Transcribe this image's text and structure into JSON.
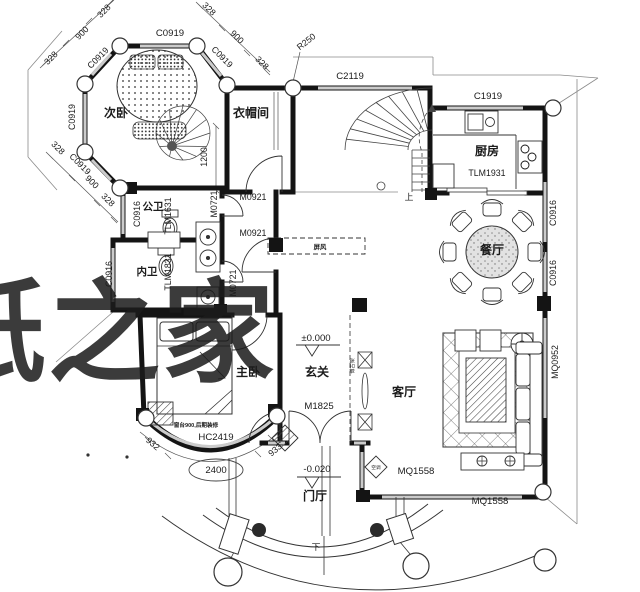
{
  "watermark": {
    "text": "图纸之家",
    "color": "#d93a30"
  },
  "rooms": {
    "secondary_bedroom": "次卧",
    "cloakroom": "衣帽间",
    "kitchen": "厨房",
    "dining_room": "餐厅",
    "public_bathroom": "公卫",
    "private_bathroom": "内卫",
    "master_bedroom": "主卧",
    "foyer": "玄关",
    "living_room": "客厅",
    "entrance_hall": "门厅"
  },
  "windows": {
    "c0919": "C0919",
    "c2119": "C2119",
    "c1919": "C1919",
    "c0916": "C0916",
    "mq0952": "MQ0952",
    "mq1558": "MQ1558",
    "hc2419": "HC2419"
  },
  "doors": {
    "m0921": "M0921",
    "m0721": "M0721",
    "m1825": "M1825",
    "tlm1931": "TLM1931",
    "tlm1631": "TLM1631",
    "tlm1831": "TLM1831"
  },
  "dims": {
    "d328": "328",
    "d900": "900",
    "d1200": "1200",
    "d932": "932",
    "d2400": "2400",
    "d933": "933",
    "r250": "R250"
  },
  "levels": {
    "ground": "±0.000",
    "porch": "-0.020"
  },
  "stairs": {
    "up": "上",
    "down": "下"
  },
  "annotations": {
    "sill_note": "窗台900,后期装修",
    "screen": "屏风",
    "ac": "空调",
    "shelf": "博古架"
  }
}
